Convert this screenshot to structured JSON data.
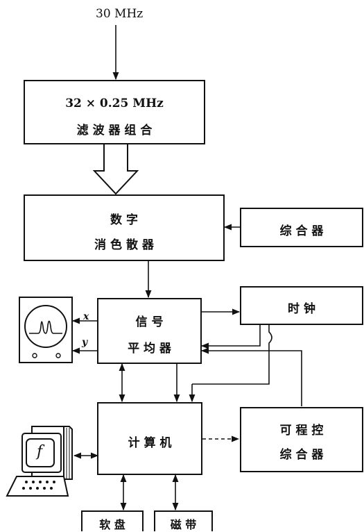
{
  "input_label": "30 MHz",
  "filter_bank": {
    "line1": "32 × 0.25  MHz",
    "line2": "滤 波 器 组 合"
  },
  "dedisperser": {
    "line1": "数    字",
    "line2": "消 色 散 器"
  },
  "synthesizer": {
    "label": "综 合 器"
  },
  "averager": {
    "line1": "信    号",
    "line2": "平  均  器"
  },
  "clock": {
    "label": "时      钟"
  },
  "computer": {
    "label": "计 算 机"
  },
  "programmable_synth": {
    "line1": "可 程 控",
    "line2": "综 合 器"
  },
  "floppy": {
    "label": "软 盘"
  },
  "tape": {
    "label": "磁 带"
  },
  "scope_x": "x",
  "scope_y": "y",
  "terminal_glyph": "f"
}
